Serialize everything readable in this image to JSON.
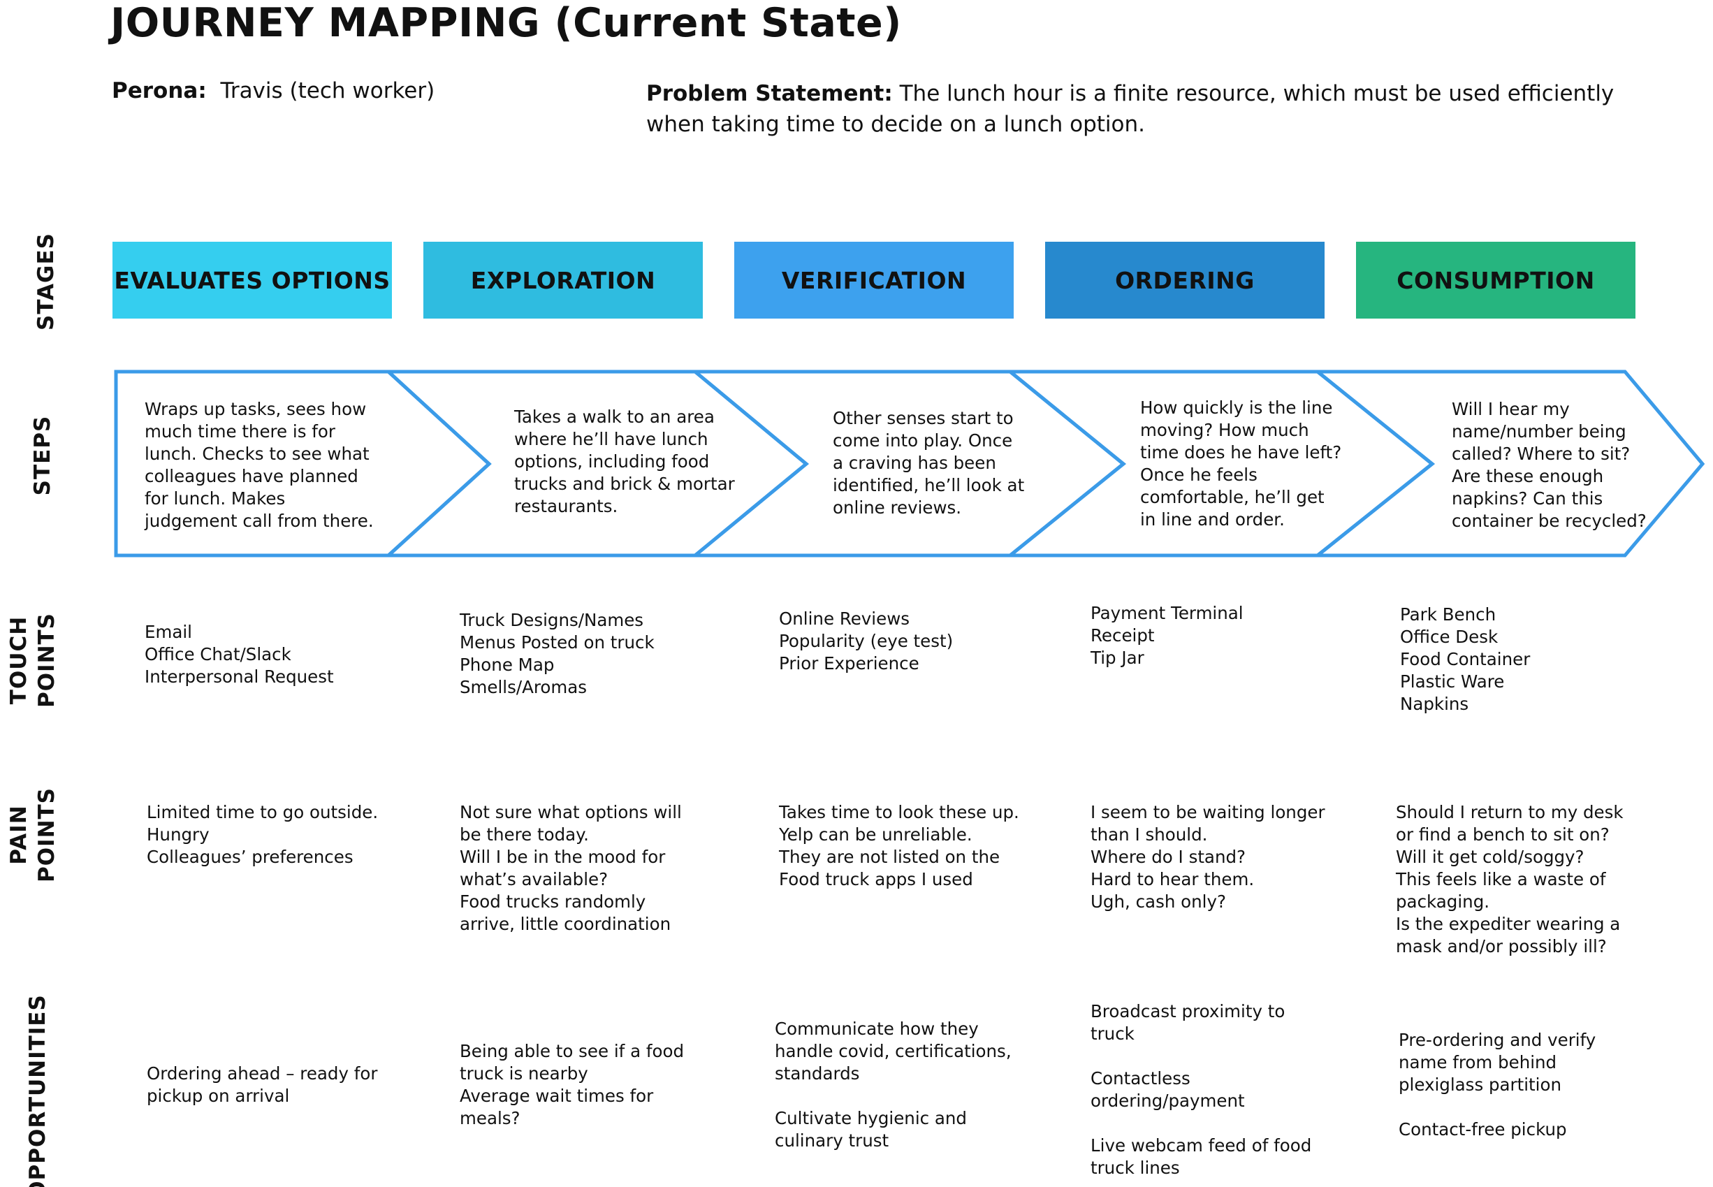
{
  "title": "JOURNEY MAPPING (Current State)",
  "persona": {
    "label": "Perona:",
    "value": "Travis (tech worker)"
  },
  "problem": {
    "label": "Problem Statement:",
    "value": "The lunch hour is a finite resource, which must be used efficiently when taking time to decide on a lunch option."
  },
  "row_labels": {
    "stages": "STAGES",
    "steps": "STEPS",
    "touch_line1": "TOUCH",
    "touch_line2": "POINTS",
    "pain_line1": "PAIN",
    "pain_line2": "POINTS",
    "opportunities": "OPPORTUNITIES"
  },
  "colors": {
    "stage1": "#35CEEF",
    "stage2": "#2FBCE0",
    "stage3": "#3DA1EE",
    "stage4": "#2789CE",
    "stage5": "#26B57F",
    "chevron_stroke": "#3B9BE8"
  },
  "stages": [
    {
      "label": "EVALUATES OPTIONS"
    },
    {
      "label": "EXPLORATION"
    },
    {
      "label": "VERIFICATION"
    },
    {
      "label": "ORDERING"
    },
    {
      "label": "CONSUMPTION"
    }
  ],
  "steps": [
    [
      "Wraps up tasks, sees how",
      "much time there is for",
      "lunch.  Checks to see what",
      "colleagues have planned",
      "for lunch.  Makes",
      "judgement call from there."
    ],
    [
      "Takes a walk to an area",
      "where he’ll have lunch",
      "options, including food",
      "trucks and brick & mortar",
      "restaurants."
    ],
    [
      "Other senses start to",
      "come into play. Once",
      "a craving has been",
      "identified, he’ll look at",
      "online reviews."
    ],
    [
      "How quickly is the line",
      "moving?  How much",
      "time does he have left?",
      "Once he feels",
      "comfortable, he’ll get",
      "in line and order."
    ],
    [
      "Will I hear my",
      "name/number being",
      "called? Where to sit?",
      "Are these enough",
      "napkins?  Can this",
      "container be recycled?"
    ]
  ],
  "touch_points": [
    [
      "Email",
      "Office Chat/Slack",
      "Interpersonal Request"
    ],
    [
      "Truck Designs/Names",
      "Menus Posted on truck",
      "Phone Map",
      "Smells/Aromas"
    ],
    [
      "Online Reviews",
      "Popularity (eye test)",
      "Prior Experience"
    ],
    [
      "Payment Terminal",
      "Receipt",
      "Tip Jar"
    ],
    [
      "Park Bench",
      "Office Desk",
      "Food Container",
      "Plastic Ware",
      "Napkins"
    ]
  ],
  "pain_points": [
    [
      "Limited time to go outside.",
      "Hungry",
      "Colleagues’ preferences"
    ],
    [
      "Not sure what options will",
      "be there today.",
      "Will I be in the mood for",
      "what’s available?",
      "Food trucks randomly",
      "arrive, little coordination"
    ],
    [
      "Takes time to look these up.",
      "Yelp can be unreliable.",
      "They are not listed on the",
      "Food truck apps I used"
    ],
    [
      "I seem to be waiting longer",
      "than I should.",
      "Where do I stand?",
      "Hard to hear them.",
      "Ugh, cash only?"
    ],
    [
      "Should I return to my desk",
      "or find a bench to sit on?",
      "Will it get cold/soggy?",
      "This feels like a waste of",
      "packaging.",
      "Is the expediter wearing a",
      "mask and/or possibly ill?"
    ]
  ],
  "opportunities": [
    [
      "Ordering ahead – ready for",
      "pickup on arrival"
    ],
    [
      "Being able to see if a food",
      "truck is nearby",
      "Average wait times for",
      "meals?"
    ],
    [
      "Communicate how they",
      "handle covid, certifications,",
      "standards",
      "",
      "Cultivate hygienic and",
      "culinary trust"
    ],
    [
      "Broadcast proximity to",
      "truck",
      "",
      "Contactless",
      "ordering/payment",
      "",
      "Live webcam feed of food",
      "truck lines"
    ],
    [
      "Pre-ordering and verify",
      "name from behind",
      "plexiglass partition",
      "",
      "Contact-free pickup"
    ]
  ]
}
